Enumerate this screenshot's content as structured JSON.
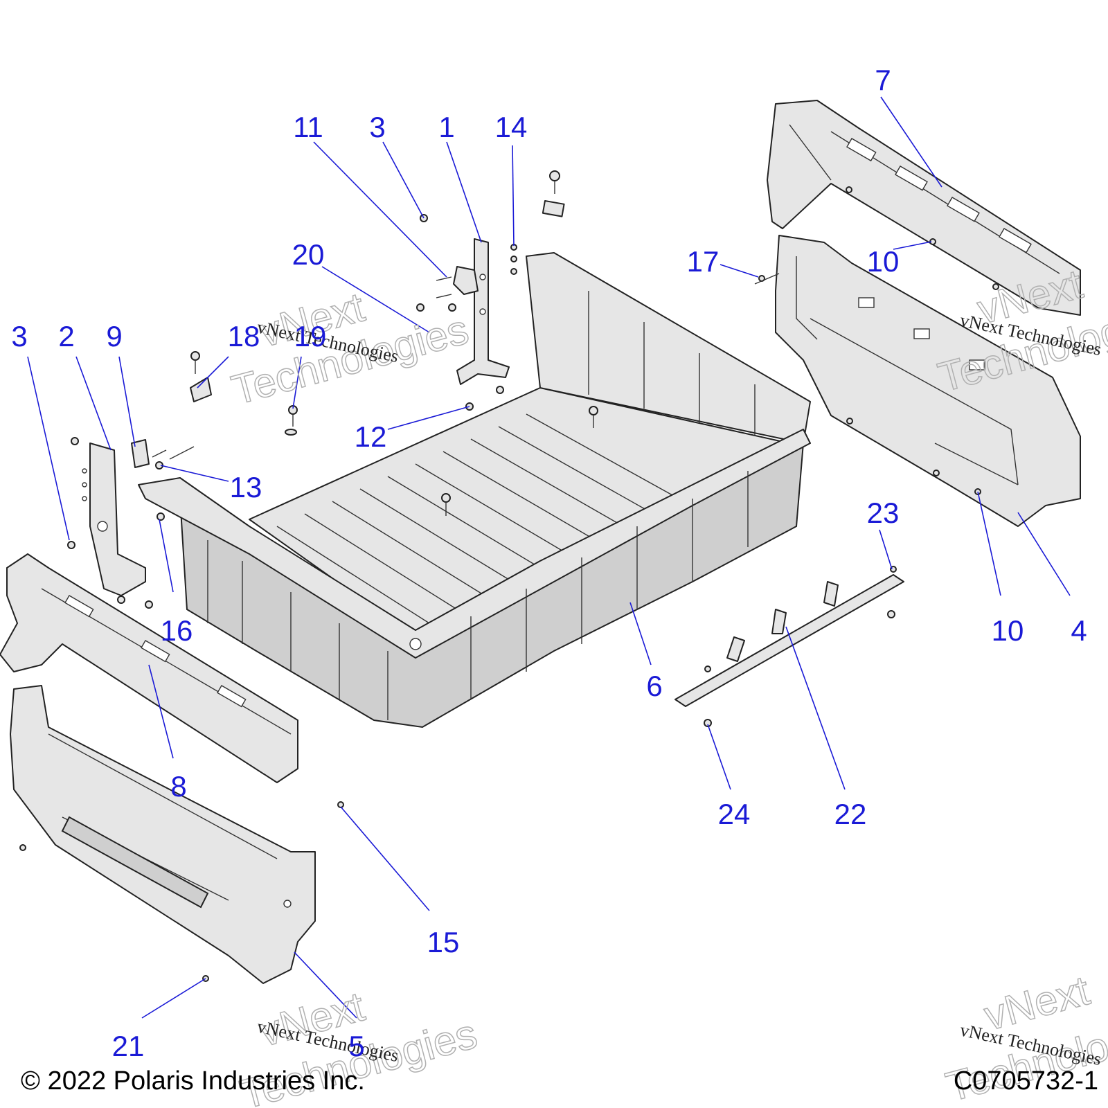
{
  "diagram": {
    "callouts": [
      "1",
      "2",
      "3",
      "4",
      "5",
      "6",
      "7",
      "8",
      "9",
      "10",
      "11",
      "12",
      "13",
      "14",
      "15",
      "16",
      "17",
      "18",
      "19",
      "20",
      "21",
      "22",
      "23",
      "24"
    ],
    "callout_color": "#1a1ad6"
  },
  "watermark": {
    "caption": "vNext Technologies",
    "logo_line1": "vNext",
    "logo_line2": "Technologies"
  },
  "footer": {
    "copyright": "© 2022 Polaris Industries Inc.",
    "drawing_number": "C0705732-1"
  }
}
